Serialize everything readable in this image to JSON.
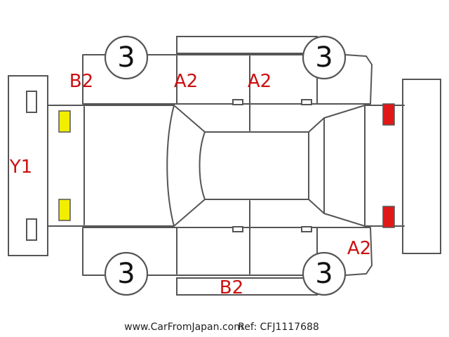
{
  "colors": {
    "damage_code": "#cc1111",
    "front_lamp": "#f2ee00",
    "rear_lamp": "#e01818",
    "outline": "#555555"
  },
  "tires": {
    "front_left": "3",
    "rear_left": "3",
    "front_right": "3",
    "rear_right": "3"
  },
  "damage_codes": {
    "front_bumper": "Y1",
    "left_front_fender": "B2",
    "left_front_door": "A2",
    "left_rear_door": "A2",
    "right_rear_quarter": "A2",
    "right_rocker": "B2"
  },
  "lamps": {
    "front_icon": "amber-lamp-icon",
    "rear_icon": "red-lamp-icon"
  },
  "footer": {
    "site": "www.CarFromJapan.com",
    "ref": "Ref: CFJ1117688"
  }
}
